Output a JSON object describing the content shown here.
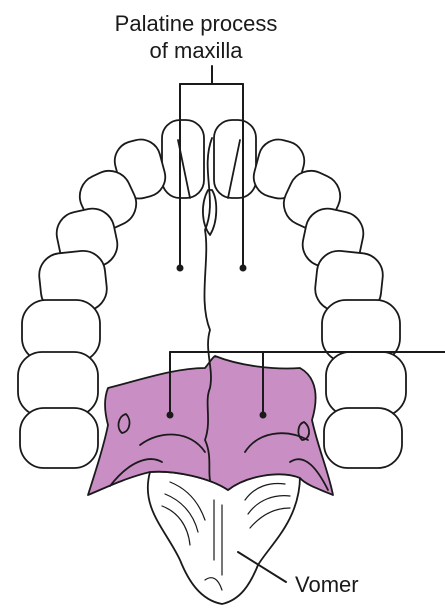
{
  "labels": {
    "palatine_process_line1": "Palatine process",
    "palatine_process_line2": "of maxilla",
    "vomer": "Vomer"
  },
  "colors": {
    "palatine_bone_fill": "#c98fc4",
    "outline": "#1a1a1a",
    "background": "#ffffff"
  }
}
